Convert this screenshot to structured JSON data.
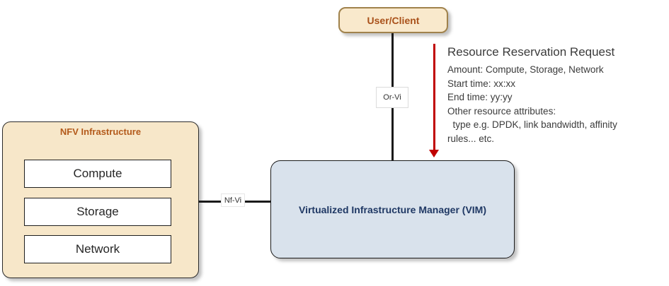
{
  "nodes": {
    "user_client": {
      "label": "User/Client"
    },
    "nfv": {
      "title": "NFV Infrastructure",
      "items": [
        "Compute",
        "Storage",
        "Network"
      ]
    },
    "vim": {
      "label": "Virtualized Infrastructure Manager (VIM)"
    }
  },
  "connectors": {
    "or_vi": {
      "label": "Or-Vi"
    },
    "nf_vi": {
      "label": "Nf-Vi"
    }
  },
  "annotation": {
    "title": "Resource Reservation Request",
    "lines": [
      "Amount: Compute, Storage, Network",
      "Start time: xx:xx",
      "End time: yy:yy",
      "Other resource attributes:",
      "  type e.g. DPDK, link bandwidth, affinity",
      "rules... etc."
    ]
  },
  "colors": {
    "cream_fill": "#F7E7C9",
    "cream_border": "#A0824C",
    "brown_text": "#A9511A",
    "nfv_title_text": "#B35A1B",
    "vim_fill": "#D9E2EC",
    "vim_text": "#1F3864",
    "connector_black": "#1A1A1A",
    "request_arrow_red": "#C00000",
    "annotation_text": "#3B3B3B"
  }
}
